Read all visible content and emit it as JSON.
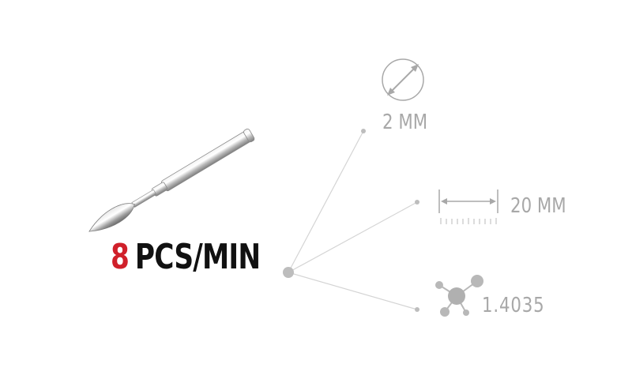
{
  "production_rate": {
    "value": "8",
    "unit": "PCS/MIN"
  },
  "specs": [
    {
      "label": "2 MM",
      "icon": "diameter-icon"
    },
    {
      "label": "20 MM",
      "icon": "length-icon"
    },
    {
      "label": "1.4035",
      "icon": "molecule-icon"
    }
  ],
  "colors": {
    "accent": "#d0202a",
    "text": "#111111",
    "muted": "#a8a8a8",
    "line": "#cfcfcf"
  }
}
